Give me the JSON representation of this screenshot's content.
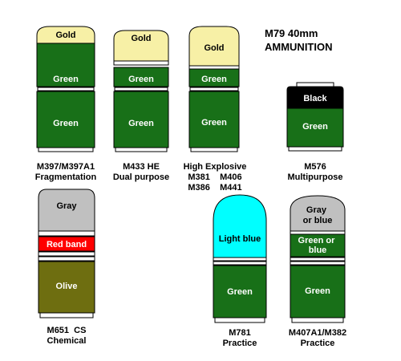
{
  "title": {
    "line1": "M79  40mm",
    "line2": "AMMUNITION"
  },
  "colors": {
    "gold": "#f7f0a6",
    "green": "#187018",
    "black": "#000000",
    "gray": "#c0c0c0",
    "red": "#ff0000",
    "olive": "#6e6e10",
    "light_blue": "#00ffff",
    "outline": "#000000",
    "ring": "#ffffff"
  },
  "rounds": [
    {
      "id": "m397",
      "segments": [
        "Gold",
        "Green",
        "Green"
      ],
      "caption": [
        "M397/M397A1",
        "Fragmentation"
      ]
    },
    {
      "id": "m433",
      "segments": [
        "Gold",
        "Green",
        "Green"
      ],
      "caption": [
        "M433 HE",
        "Dual purpose"
      ]
    },
    {
      "id": "he",
      "segments": [
        "Gold",
        "Green",
        "Green"
      ],
      "caption": [
        "High Explosive",
        "M381    M406",
        "M386    M441"
      ]
    },
    {
      "id": "m576",
      "segments": [
        "Black",
        "Green"
      ],
      "caption": [
        "M576",
        "Multipurpose"
      ]
    },
    {
      "id": "m651",
      "segments": [
        "Gray",
        "Red band",
        "Olive"
      ],
      "caption": [
        "M651  CS",
        "Chemical"
      ]
    },
    {
      "id": "m781",
      "segments": [
        "Light blue",
        "Green"
      ],
      "caption": [
        "M781",
        "Practice"
      ]
    },
    {
      "id": "m407",
      "segments": [
        "Gray\nor blue",
        "Green or\nblue",
        "Green"
      ],
      "caption": [
        "M407A1/M382",
        "Practice"
      ]
    }
  ]
}
